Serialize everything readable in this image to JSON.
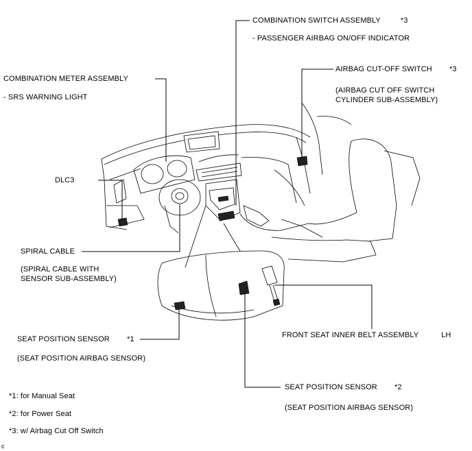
{
  "labels": {
    "combination_switch": "COMBINATION SWITCH ASSEMBLY",
    "combination_switch_note": "*3",
    "passenger_indicator": "- PASSENGER AIRBAG ON/OFF INDICATOR",
    "airbag_cutoff": "AIRBAG CUT-OFF SWITCH",
    "airbag_cutoff_note": "*3",
    "airbag_cutoff_sub_1": "(AIRBAG CUT OFF SWITCH",
    "airbag_cutoff_sub_2": "CYLINDER SUB-ASSEMBLY)",
    "combination_meter": "COMBINATION METER ASSEMBLY",
    "srs_warning": "- SRS WARNING LIGHT",
    "dlc3": "DLC3",
    "spiral_cable": "SPIRAL CABLE",
    "spiral_cable_sub_1": "(SPIRAL CABLE WITH",
    "spiral_cable_sub_2": "SENSOR SUB-ASSEMBLY)",
    "seat_sensor_1": "SEAT POSITION SENSOR",
    "seat_sensor_1_note": "*1",
    "seat_sensor_1_sub": "(SEAT POSITION AIRBAG SENSOR)",
    "front_belt": "FRONT SEAT INNER BELT ASSEMBLY",
    "front_belt_side": "LH",
    "seat_sensor_2": "SEAT POSITION SENSOR",
    "seat_sensor_2_note": "*2",
    "seat_sensor_2_sub": "(SEAT POSITION AIRBAG SENSOR)"
  },
  "footnotes": [
    "*1: for Manual Seat",
    "*2: for Power Seat",
    "*3: w/ Airbag Cut Off Switch"
  ],
  "figure_code": "c"
}
